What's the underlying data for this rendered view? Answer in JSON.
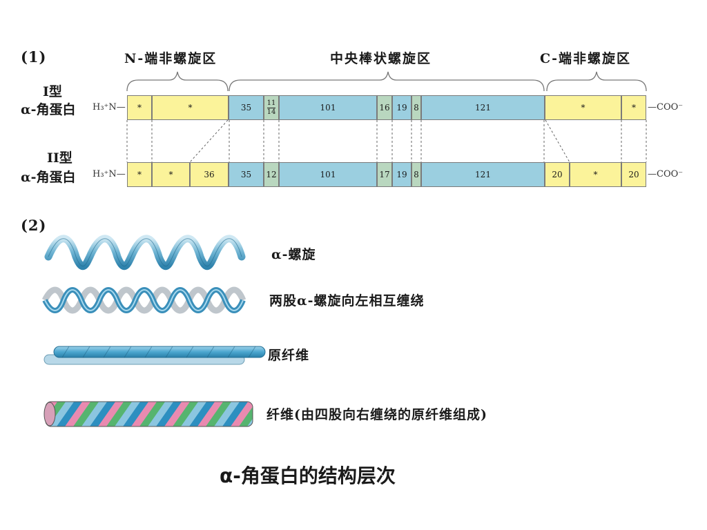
{
  "part1_label": "(1)",
  "part2_label": "(2)",
  "regions": {
    "n_term": "N-端非螺旋区",
    "central": "中央棒状螺旋区",
    "c_term": "C-端非螺旋区"
  },
  "type1": {
    "line1": "I型",
    "line2": "α-角蛋白"
  },
  "type2": {
    "line1": "II型",
    "line2": "α-角蛋白"
  },
  "terminals": {
    "n": "H₃⁺N—",
    "c": "—COO⁻"
  },
  "type1_segments": [
    "*",
    "*",
    "35",
    "11/14",
    "101",
    "16",
    "19",
    "8",
    "121",
    "*",
    "*"
  ],
  "type2_segments": [
    "*",
    "*",
    "36",
    "35",
    "12",
    "101",
    "17",
    "19",
    "8",
    "121",
    "20",
    "*",
    "20"
  ],
  "levels": [
    {
      "label": "α-螺旋",
      "icon": "single-helix-icon"
    },
    {
      "label": "两股α-螺旋向左相互缠绕",
      "icon": "double-helix-icon"
    },
    {
      "label": "原纤维",
      "icon": "protofibril-icon"
    },
    {
      "label": "纤维(由四股向右缠绕的原纤维组成)",
      "icon": "fiber-icon"
    }
  ],
  "caption": "α-角蛋白的结构层次",
  "colors": {
    "nonhelical": "#fbf39a",
    "helical": "#9bcfe0",
    "linker": "#b9d7bf"
  }
}
